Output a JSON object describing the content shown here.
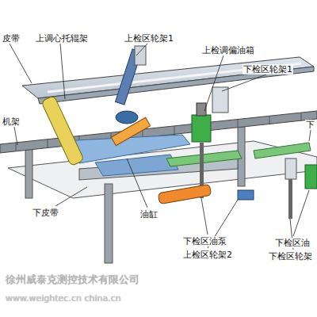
{
  "diagram": {
    "labels": [
      "皮带",
      "上调心托辊架",
      "上检区轮架1",
      "上检调偏油箱",
      "下检区轮架1",
      "机架",
      "下",
      "下皮带",
      "油缸",
      "下检区油泵",
      "上检区轮架2",
      "下检区油",
      "下检区轮架",
      "徐州威泰克测控技术有限公司",
      "www.weightec.cn china.cn"
    ]
  }
}
